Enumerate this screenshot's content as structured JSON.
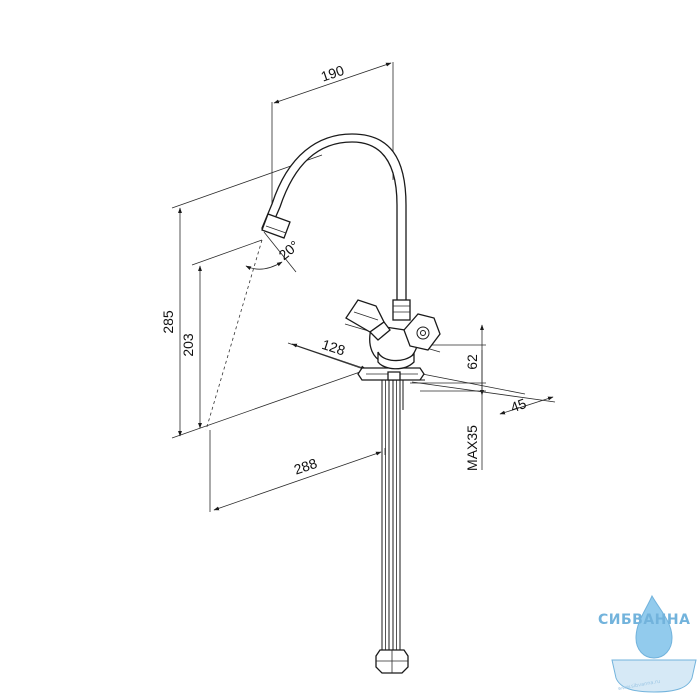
{
  "dimensions": {
    "top_width": "190",
    "total_height": "285",
    "spout_height": "203",
    "spout_angle": "20°",
    "base_width": "128",
    "body_height": "62",
    "base_depth": "45",
    "max_counter": "MAX35",
    "reach": "288"
  },
  "watermark": {
    "brand": "СИБВАННА",
    "url": "www.sibvanna.ru"
  },
  "colors": {
    "line": "#1a1a1a",
    "watermark": "#5aa6d6"
  }
}
